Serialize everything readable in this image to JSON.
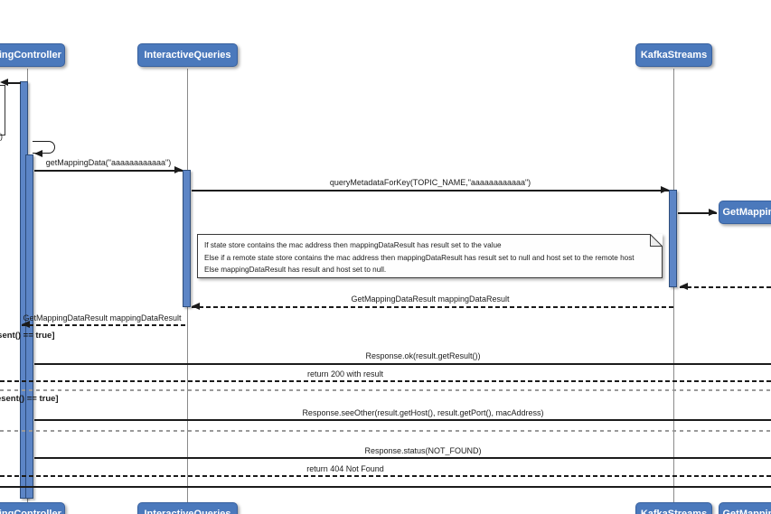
{
  "diagram": {
    "participants": {
      "mapping_controller": "MappingController",
      "interactive_queries": "InteractiveQueries",
      "kafka_streams": "KafkaStreams",
      "get_mapping_data_result": "GetMappingDataResult"
    },
    "messages": {
      "edge_label_fragment": ")",
      "get_mapping_data": "getMappingData(\"aaaaaaaaaaaa\")",
      "query_metadata": "queryMetadataForKey(TOPIC_NAME,\"aaaaaaaaaaaa\")",
      "return_ks_to_iq": "GetMappingDataResult mappingDataResult",
      "return_iq_to_mc": "GetMappingDataResult mappingDataResult",
      "response_ok": "Response.ok(result.getResult())",
      "return_200": "return 200 with result",
      "response_see_other": "Response.seeOther(result.getHost(), result.getPort(), macAddress)",
      "response_status": "Response.status(NOT_FOUND)",
      "return_404": "return 404 Not Found"
    },
    "guards": {
      "result_present": "[result.getResult().IsPresent() == true]",
      "host_present": "[result.getHost().IsPresent() == true]"
    },
    "note": {
      "lines": [
        "If state store contains the mac address then mappingDataResult has result set to the value",
        "Else if a remote state store contains the mac address then mappingDataResult has result set to null and host set to the remote host",
        "Else mappingDataResult has result and host set to null."
      ]
    },
    "colors": {
      "participant_fill": "#4b79bc",
      "participant_border": "#38619f",
      "participant_text": "#ffffff",
      "activation_fill": "#5c85c6",
      "activation_border": "#2e4d7b",
      "lifeline": "#8a8a8a",
      "message_line": "#1b1b1b",
      "divider": "#9a9a9a",
      "note_fill": "#fefefe",
      "note_border": "#3a3a3a",
      "background": "#ffffff"
    }
  }
}
